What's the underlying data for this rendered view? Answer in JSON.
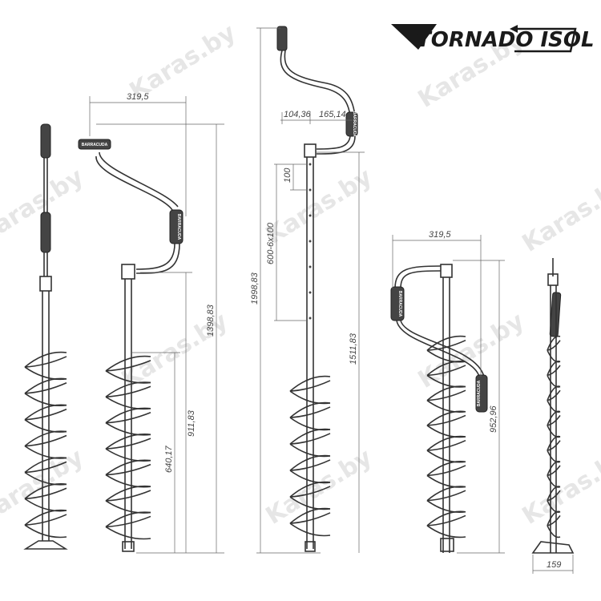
{
  "logo": {
    "text": "TORNADO ISOL"
  },
  "watermark": "Karas.by",
  "dimensions": {
    "auger2_handle_width": "319,5",
    "auger2_total_height": "1398,83",
    "auger2_lower_height": "911,83",
    "auger2_flight_height": "640,17",
    "auger3_offset_left": "104,36",
    "auger3_offset_right": "165,14",
    "auger3_step": "100",
    "auger3_adjust_range": "600-6x100",
    "auger3_total_height": "1998,83",
    "auger3_lower_height": "1511,83",
    "auger4_handle_width": "319,5",
    "auger4_total_height": "952,96",
    "auger5_diameter": "159"
  },
  "grip_label": "BARRACUDA"
}
